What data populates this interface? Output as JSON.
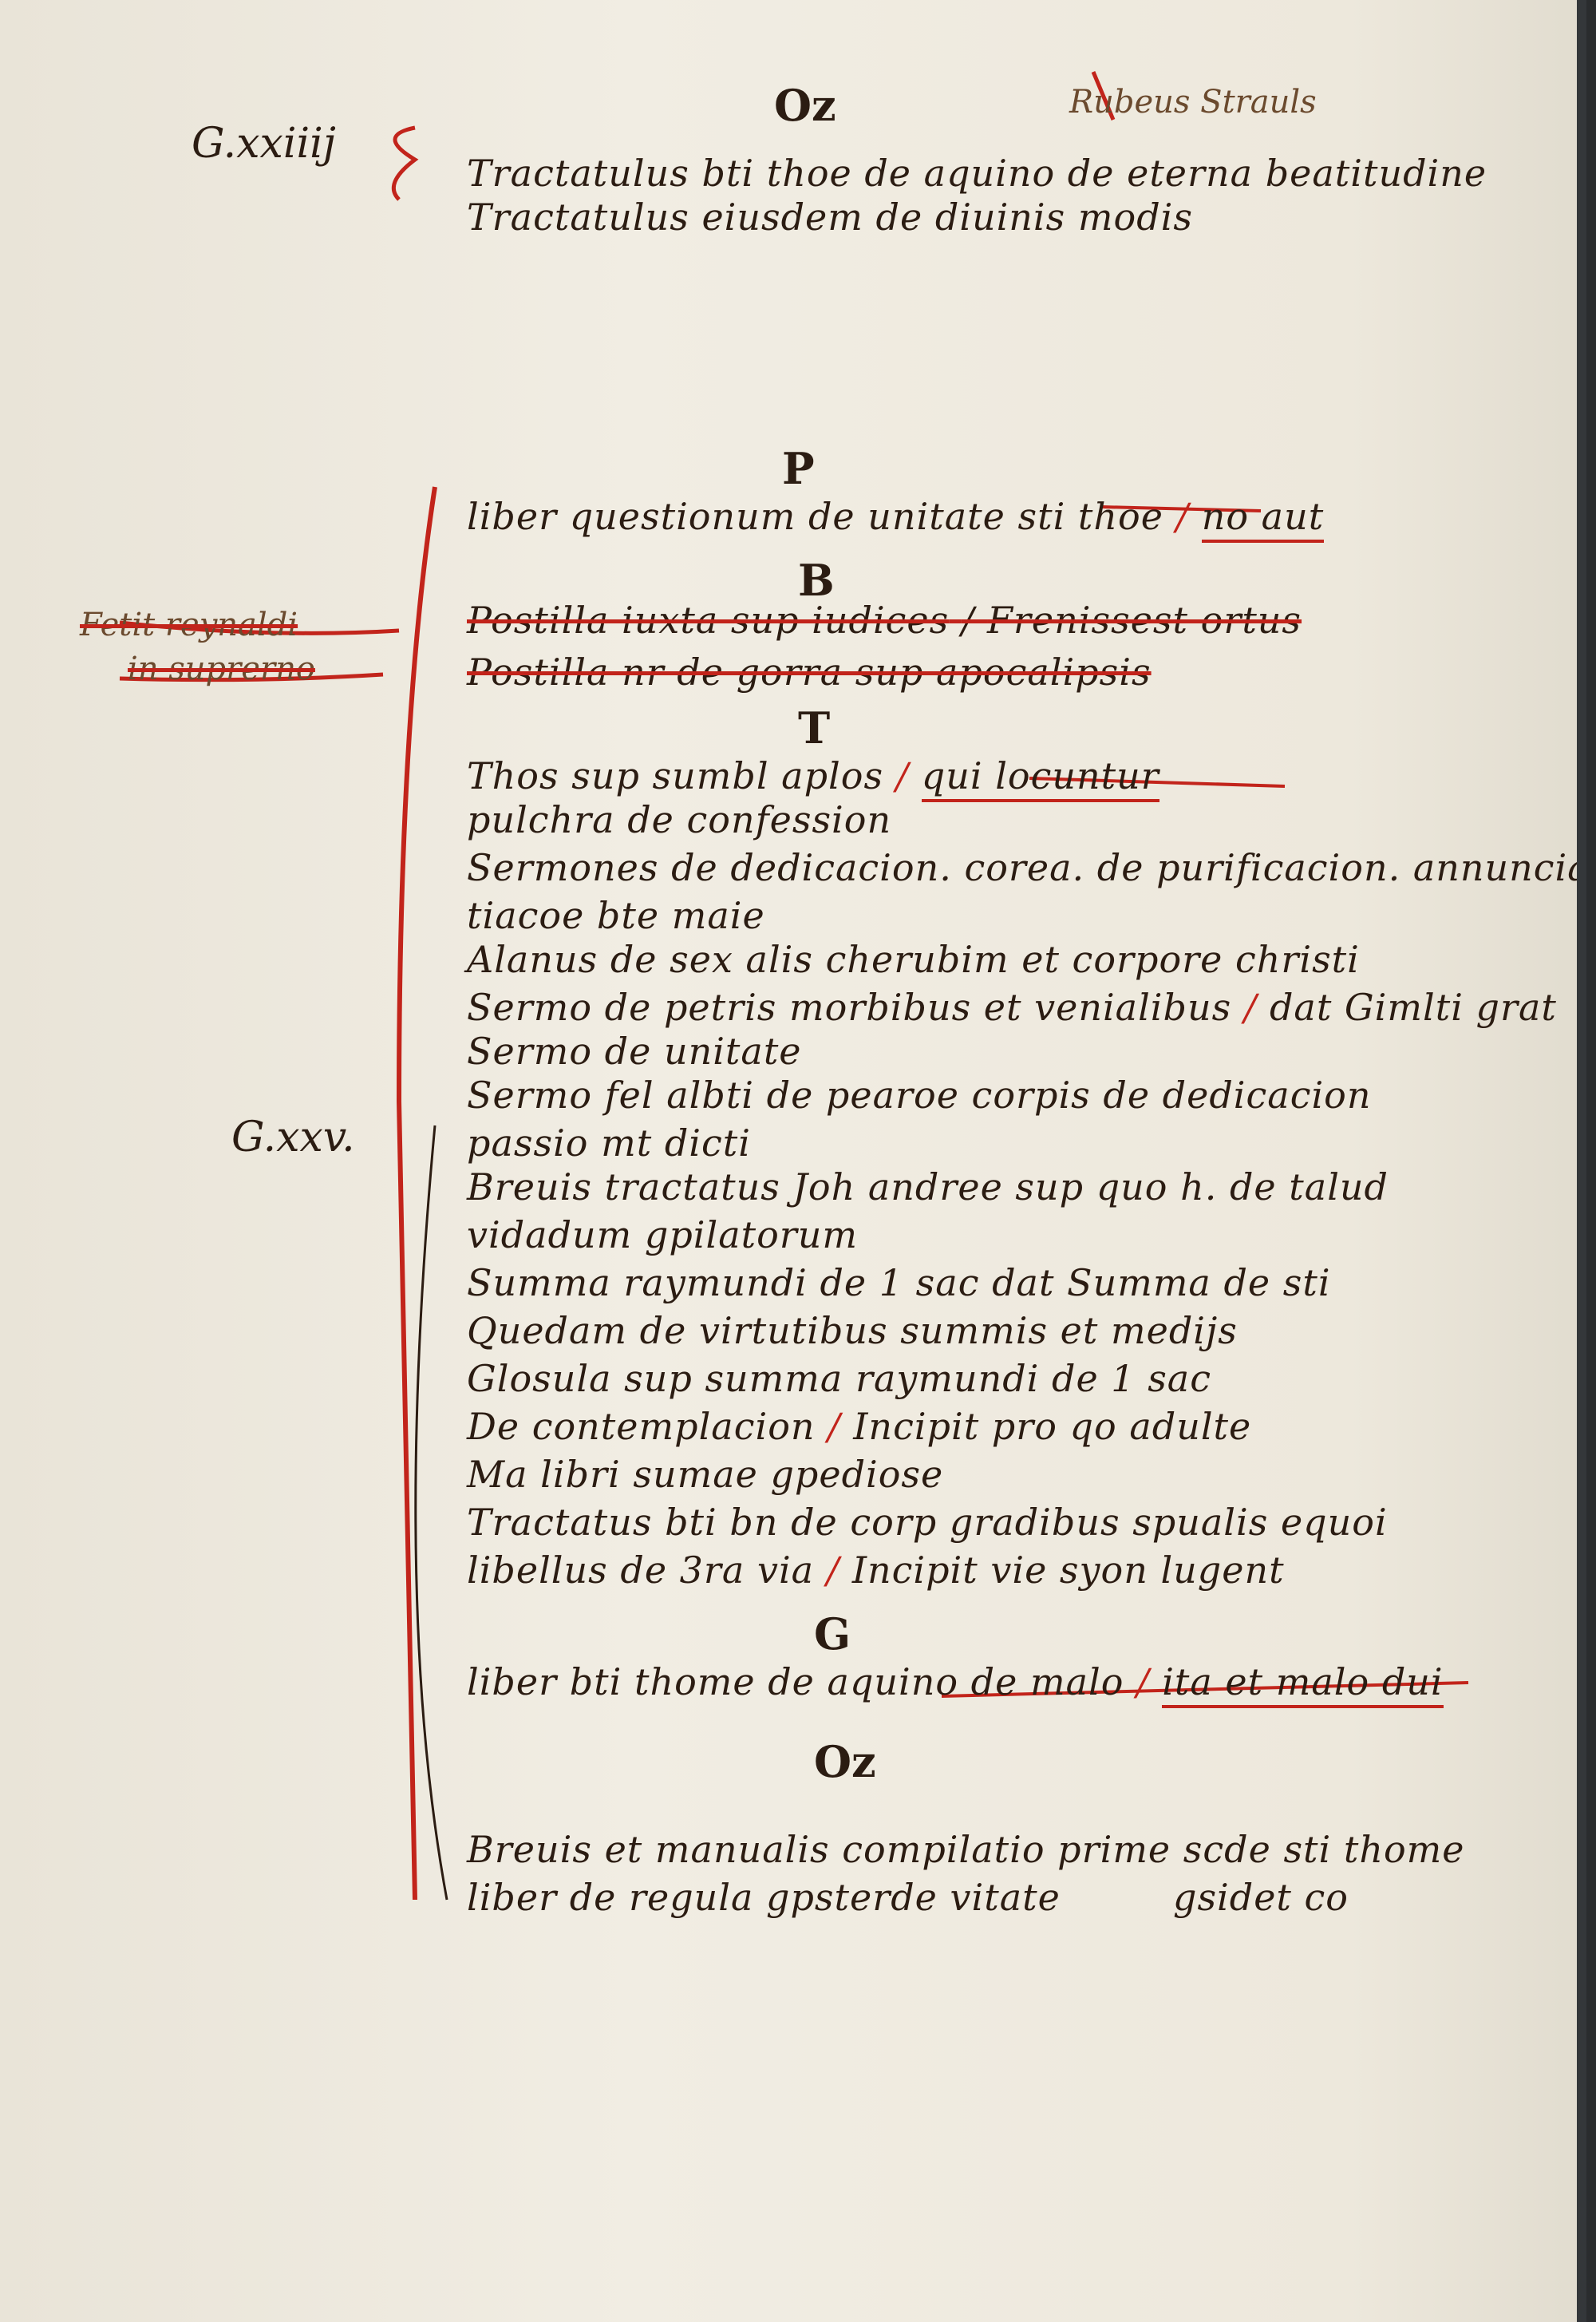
{
  "manuscript": {
    "top_note": "Rubeus Strauls",
    "sections": [
      {
        "key": "s1",
        "head": "Oz"
      },
      {
        "key": "s2",
        "head": "P"
      },
      {
        "key": "s3",
        "head": "B"
      },
      {
        "key": "s4",
        "head": "T"
      },
      {
        "key": "s5",
        "head": "G"
      },
      {
        "key": "s6",
        "head": "Oz"
      }
    ],
    "shelfmarks": {
      "first": "G.xxiiij",
      "second": "G.xxv."
    },
    "margin_notes": {
      "struck_1": "Fetit reynaldi",
      "struck_2": "in suprerno"
    },
    "lines": [
      "Tractatulus bti thoe de aquino de eterna beatitudine",
      "Tractatulus eiusdem de diuinis modis",
      "liber questionum de unitate sti thoe",
      "no aut",
      "Postilla iuxta sup iudices",
      "Frenissest ortus",
      "Postilla nr de gorra sup apocalipsis",
      "Thos sup sumbl aplos",
      "qui locuntur",
      "pulchra de confession",
      "Sermones de dedicacion. corea. de purificacion. annunciacioe bte marie",
      "tiacoe bte maie",
      "Alanus de sex alis cherubim et corpore christi",
      "Sermo de petris morbibus et venialibus",
      "dat Gimlti grat",
      "Sermo de unitate",
      "Sermo fel albti de pearoe corpis de dedicacion",
      "passio mt dicti",
      "Breuis tractatus Joh andree sup quo h. de talud",
      "vidadum gpilatorum",
      "Summa raymundi de 1 sac",
      "dat Summa de sti",
      "Quedam de virtutibus summis et medijs",
      "Glosula sup summa raymundi de 1 sac",
      "De contemplacion",
      "Incipit pro qo adulte",
      "Ma libri sumae gpediose",
      "Tractatus bti bn de corp gradibus spualis equoi",
      "libellus de 3ra via",
      "Incipit vie syon lugent",
      "liber bti thome de aquino de malo",
      "ita et malo dui",
      "Breuis et manualis compilatio prime scde sti thome",
      "liber de regula gpsterde vitate",
      "gsidet co"
    ]
  }
}
